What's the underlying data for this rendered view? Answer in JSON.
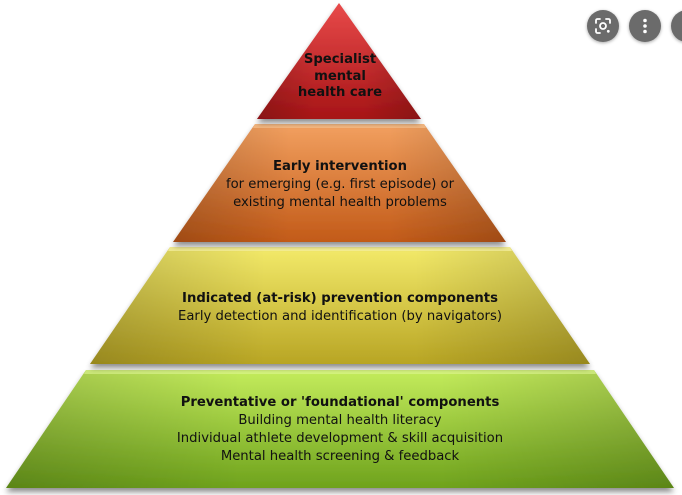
{
  "diagram": {
    "tiers": [
      {
        "title": "",
        "lines": [
          "Specialist",
          "mental",
          "health care"
        ],
        "color_top": "#e84a4a",
        "color_bottom": "#a61416"
      },
      {
        "title": "Early intervention",
        "lines": [
          "for emerging (e.g. first episode) or",
          "existing mental health problems"
        ],
        "color_top": "#f2a060",
        "color_bottom": "#c25a18"
      },
      {
        "title": "Indicated (at-risk) prevention components",
        "lines": [
          "Early detection and identification (by navigators)"
        ],
        "color_top": "#f3ea6a",
        "color_bottom": "#b8a524"
      },
      {
        "title": "Preventative or 'foundational' components",
        "lines": [
          "Building mental health literacy",
          "Individual athlete development  & skill acquisition",
          "Mental health screening & feedback"
        ],
        "color_top": "#c4ec5c",
        "color_bottom": "#6ea21c"
      }
    ]
  },
  "overlay": {
    "lens_icon": "lens-search-icon",
    "more_icon": "more-vertical-icon"
  }
}
